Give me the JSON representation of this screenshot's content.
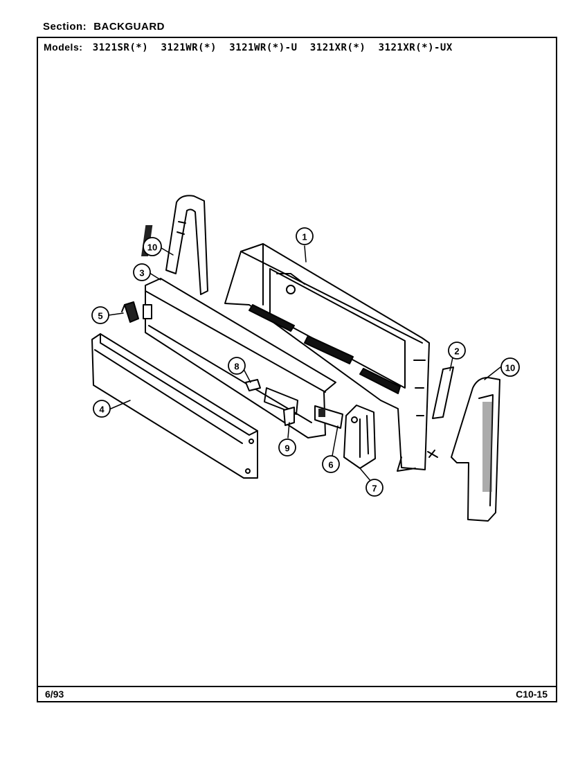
{
  "header": {
    "section_label": "Section:",
    "section_value": "BACKGUARD",
    "models_label": "Models:",
    "models": [
      "3121SR(*)",
      "3121WR(*)",
      "3121WR(*)-U",
      "3121XR(*)",
      "3121XR(*)-UX"
    ]
  },
  "callouts": [
    {
      "id": "c1",
      "label": "1"
    },
    {
      "id": "c2",
      "label": "2"
    },
    {
      "id": "c3",
      "label": "3"
    },
    {
      "id": "c4",
      "label": "4"
    },
    {
      "id": "c5",
      "label": "5"
    },
    {
      "id": "c6",
      "label": "6"
    },
    {
      "id": "c7",
      "label": "7"
    },
    {
      "id": "c8",
      "label": "8"
    },
    {
      "id": "c9",
      "label": "9"
    },
    {
      "id": "c10a",
      "label": "10"
    },
    {
      "id": "c10b",
      "label": "10"
    }
  ],
  "footer": {
    "date": "6/93",
    "page_code": "C10-15"
  }
}
